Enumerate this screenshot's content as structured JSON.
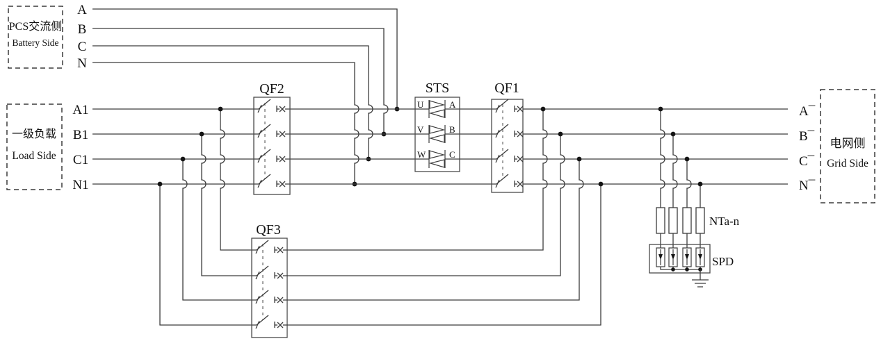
{
  "boxes": {
    "battery": {
      "cn": "PCS交流侧",
      "en": "Battery Side"
    },
    "load": {
      "cn": "一级负载",
      "en": "Load Side"
    },
    "grid": {
      "cn": "电网侧",
      "en": "Grid Side"
    }
  },
  "battery_terminals": [
    "A",
    "B",
    "C",
    "N"
  ],
  "load_terminals": [
    "A1",
    "B1",
    "C1",
    "N1"
  ],
  "grid_terminals": [
    "A¯",
    "B¯",
    "C¯",
    "N¯"
  ],
  "components": {
    "qf1": "QF1",
    "qf2": "QF2",
    "qf3": "QF3",
    "sts": "STS",
    "sts_inputs": [
      "U",
      "V",
      "W"
    ],
    "sts_outputs": [
      "A",
      "B",
      "C"
    ],
    "fuse": "NTa-n",
    "spd": "SPD"
  },
  "colors": {
    "line": "#3c3c3c",
    "text": "#111111",
    "background": "#ffffff"
  }
}
